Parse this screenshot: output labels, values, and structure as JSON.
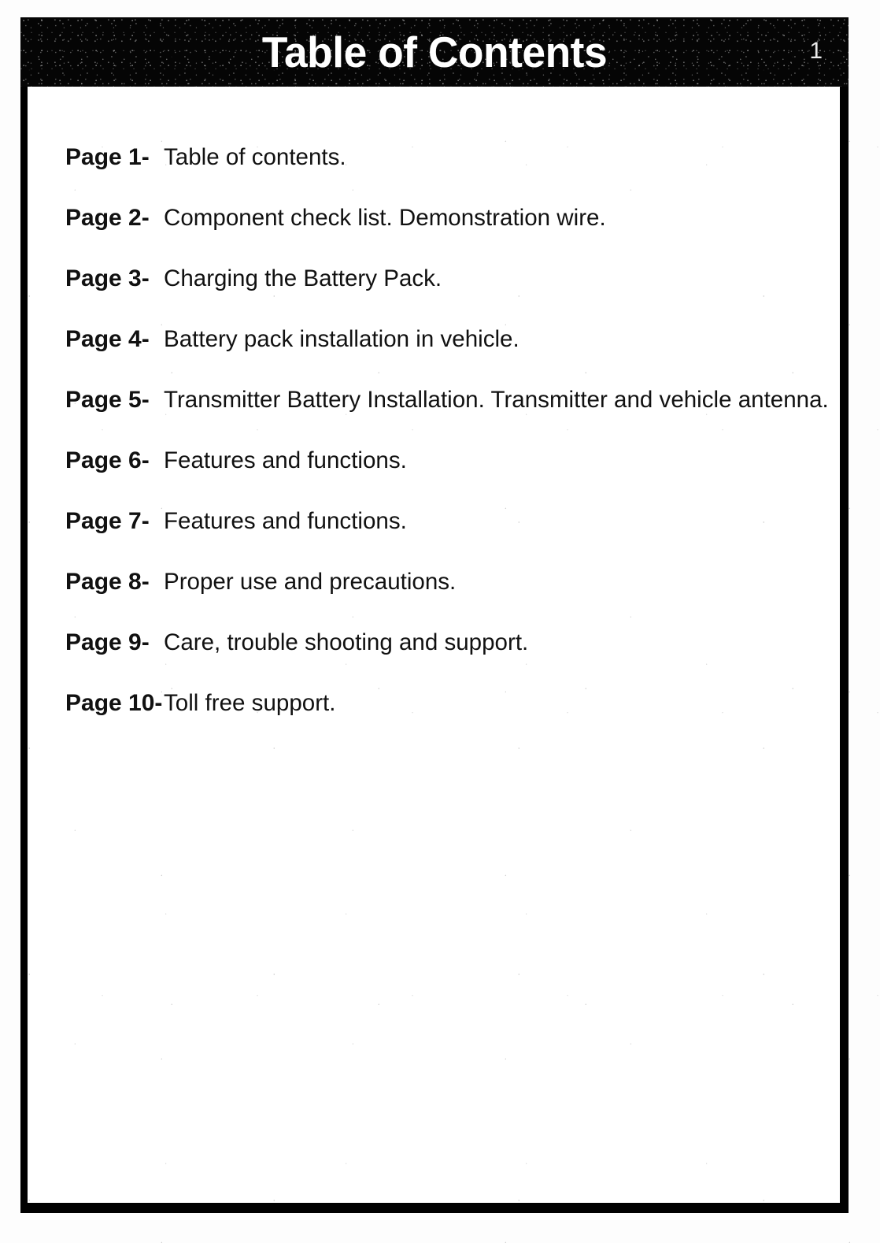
{
  "document": {
    "header": {
      "title": "Table of Contents",
      "page_number": "1",
      "band_color": "#050505",
      "text_color": "#ffffff"
    },
    "contents": {
      "entries": [
        {
          "page_label": "Page 1-",
          "description": "Table of contents."
        },
        {
          "page_label": "Page 2-",
          "description": "Component check list. Demonstration wire."
        },
        {
          "page_label": "Page 3-",
          "description": "Charging the Battery Pack."
        },
        {
          "page_label": "Page 4-",
          "description": "Battery pack installation in vehicle."
        },
        {
          "page_label": "Page 5-",
          "description": "Transmitter Battery Installation. Transmitter and vehicle antenna."
        },
        {
          "page_label": "Page 6-",
          "description": "Features and functions."
        },
        {
          "page_label": "Page 7-",
          "description": "Features and functions."
        },
        {
          "page_label": "Page 8-",
          "description": "Proper use and precautions."
        },
        {
          "page_label": "Page 9-",
          "description": "Care, trouble shooting and support."
        },
        {
          "page_label": "Page 10-",
          "description": "Toll free support."
        }
      ]
    }
  }
}
